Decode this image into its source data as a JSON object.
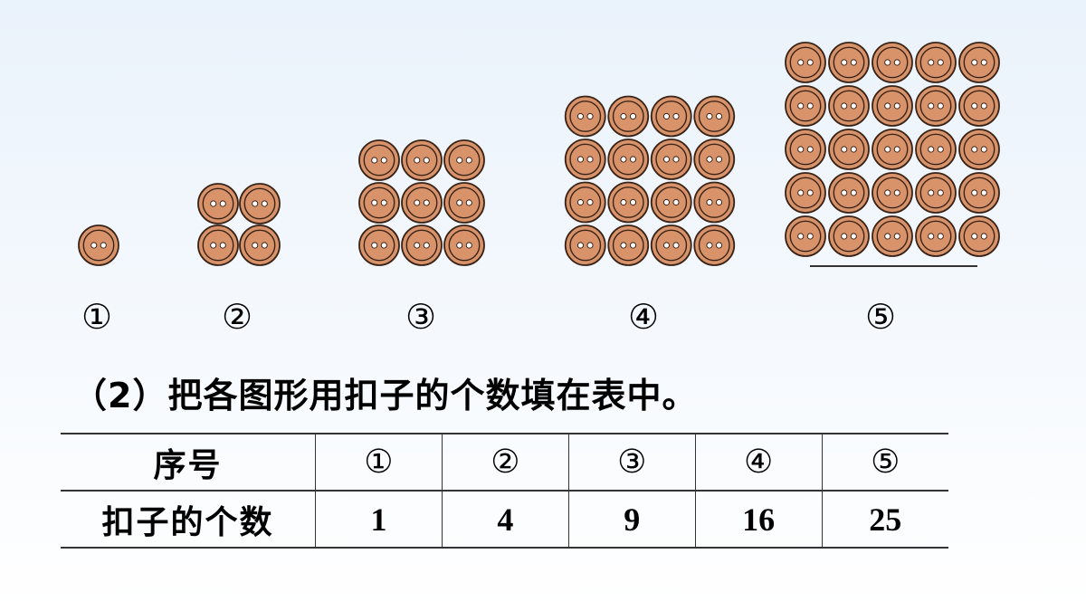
{
  "figures": [
    {
      "label": "①",
      "count": 1,
      "grid": 1
    },
    {
      "label": "②",
      "count": 4,
      "grid": 2
    },
    {
      "label": "③",
      "count": 9,
      "grid": 3
    },
    {
      "label": "④",
      "count": 16,
      "grid": 4
    },
    {
      "label": "⑤",
      "count": 25,
      "grid": 5
    }
  ],
  "instruction": "（2）把各图形用扣子的个数填在表中。",
  "table": {
    "row_headers": [
      "序号",
      "扣子的个数"
    ],
    "indices": [
      "①",
      "②",
      "③",
      "④",
      "⑤"
    ],
    "counts": [
      "1",
      "4",
      "9",
      "16",
      "25"
    ]
  },
  "colors": {
    "button_fill": "#d9936a",
    "button_stroke": "#3a2418",
    "answer": "#e30000"
  }
}
